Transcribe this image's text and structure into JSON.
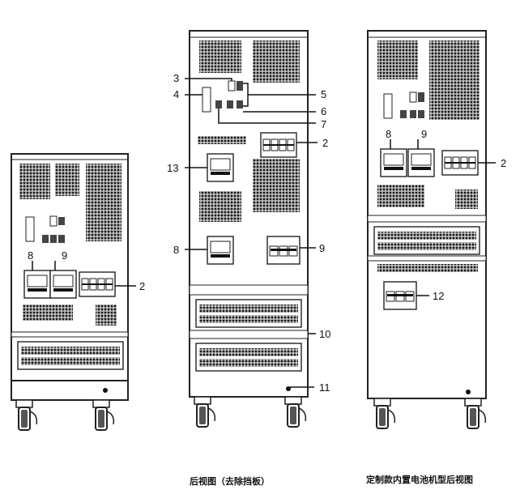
{
  "diagram": {
    "labels": {
      "l2a": "2",
      "l8a": "8",
      "l9a": "9",
      "l3": "3",
      "l4": "4",
      "l5": "5",
      "l6": "6",
      "l7": "7",
      "l2b": "2",
      "l13": "13",
      "l8b": "8",
      "l9b": "9",
      "l10": "10",
      "l11": "11",
      "l8c": "8",
      "l9c": "9",
      "l2c": "2",
      "l12": "12"
    },
    "captions": {
      "middle": "后视图（去除挡板）",
      "right": "定制款内置电池机型后视图"
    }
  }
}
